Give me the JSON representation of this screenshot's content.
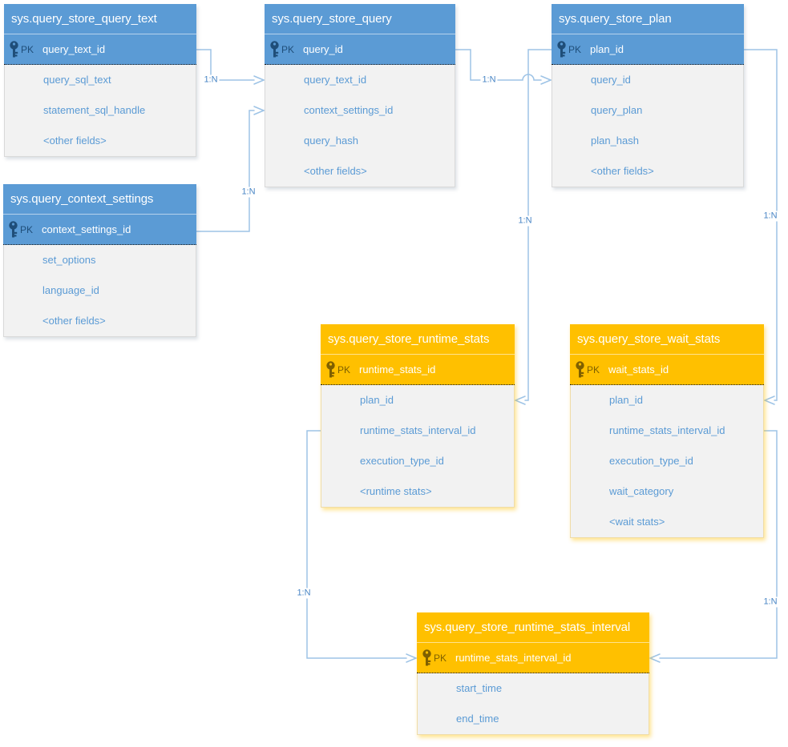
{
  "colors": {
    "table_blue": "#5B9BD5",
    "table_orange": "#FFC000",
    "body_background": "#F2F2F2",
    "field_text": "#5B9BD5",
    "connector": "#9DC3E6",
    "pk_icon_navy": "#1F4E79",
    "pk_icon_olive": "#7F6000"
  },
  "tables": [
    {
      "title": "sys.query_store_query_text",
      "color_group": "blue",
      "pk_label": "PK",
      "pk_field": "query_text_id",
      "fields": [
        "query_sql_text",
        "statement_sql_handle",
        "<other fields>"
      ]
    },
    {
      "title": "sys.query_store_query",
      "color_group": "blue",
      "pk_label": "PK",
      "pk_field": "query_id",
      "fields": [
        "query_text_id",
        "context_settings_id",
        "query_hash",
        "<other fields>"
      ]
    },
    {
      "title": "sys.query_store_plan",
      "color_group": "blue",
      "pk_label": "PK",
      "pk_field": "plan_id",
      "fields": [
        "query_id",
        "query_plan",
        "plan_hash",
        "<other fields>"
      ]
    },
    {
      "title": "sys.query_context_settings",
      "color_group": "blue",
      "pk_label": "PK",
      "pk_field": "context_settings_id",
      "fields": [
        "set_options",
        "language_id",
        "<other fields>"
      ]
    },
    {
      "title": "sys.query_store_runtime_stats",
      "color_group": "orange",
      "pk_label": "PK",
      "pk_field": "runtime_stats_id",
      "fields": [
        "plan_id",
        "runtime_stats_interval_id",
        "execution_type_id",
        "<runtime stats>"
      ]
    },
    {
      "title": "sys.query_store_wait_stats",
      "color_group": "orange",
      "pk_label": "PK",
      "pk_field": "wait_stats_id",
      "fields": [
        "plan_id",
        "runtime_stats_interval_id",
        "execution_type_id",
        "wait_category",
        "<wait stats>"
      ]
    },
    {
      "title": "sys.query_store_runtime_stats_interval",
      "color_group": "orange",
      "pk_label": "PK",
      "pk_field": "runtime_stats_interval_id",
      "fields": [
        "start_time",
        "end_time"
      ]
    }
  ],
  "connectors": [
    {
      "label": "1:N",
      "from": "sys.query_store_query_text.query_text_id",
      "to": "sys.query_store_query.query_text_id"
    },
    {
      "label": "1:N",
      "from": "sys.query_context_settings.context_settings_id",
      "to": "sys.query_store_query.context_settings_id"
    },
    {
      "label": "1:N",
      "from": "sys.query_store_query.query_id",
      "to": "sys.query_store_plan.query_id"
    },
    {
      "label": "1:N",
      "from": "sys.query_store_plan.plan_id",
      "to": "sys.query_store_runtime_stats.plan_id"
    },
    {
      "label": "1:N",
      "from": "sys.query_store_plan.plan_id",
      "to": "sys.query_store_wait_stats.plan_id"
    },
    {
      "label": "1:N",
      "from": "sys.query_store_runtime_stats.runtime_stats_interval_id",
      "to": "sys.query_store_runtime_stats_interval.runtime_stats_interval_id"
    },
    {
      "label": "1:N",
      "from": "sys.query_store_wait_stats.runtime_stats_interval_id",
      "to": "sys.query_store_runtime_stats_interval.runtime_stats_interval_id"
    }
  ]
}
